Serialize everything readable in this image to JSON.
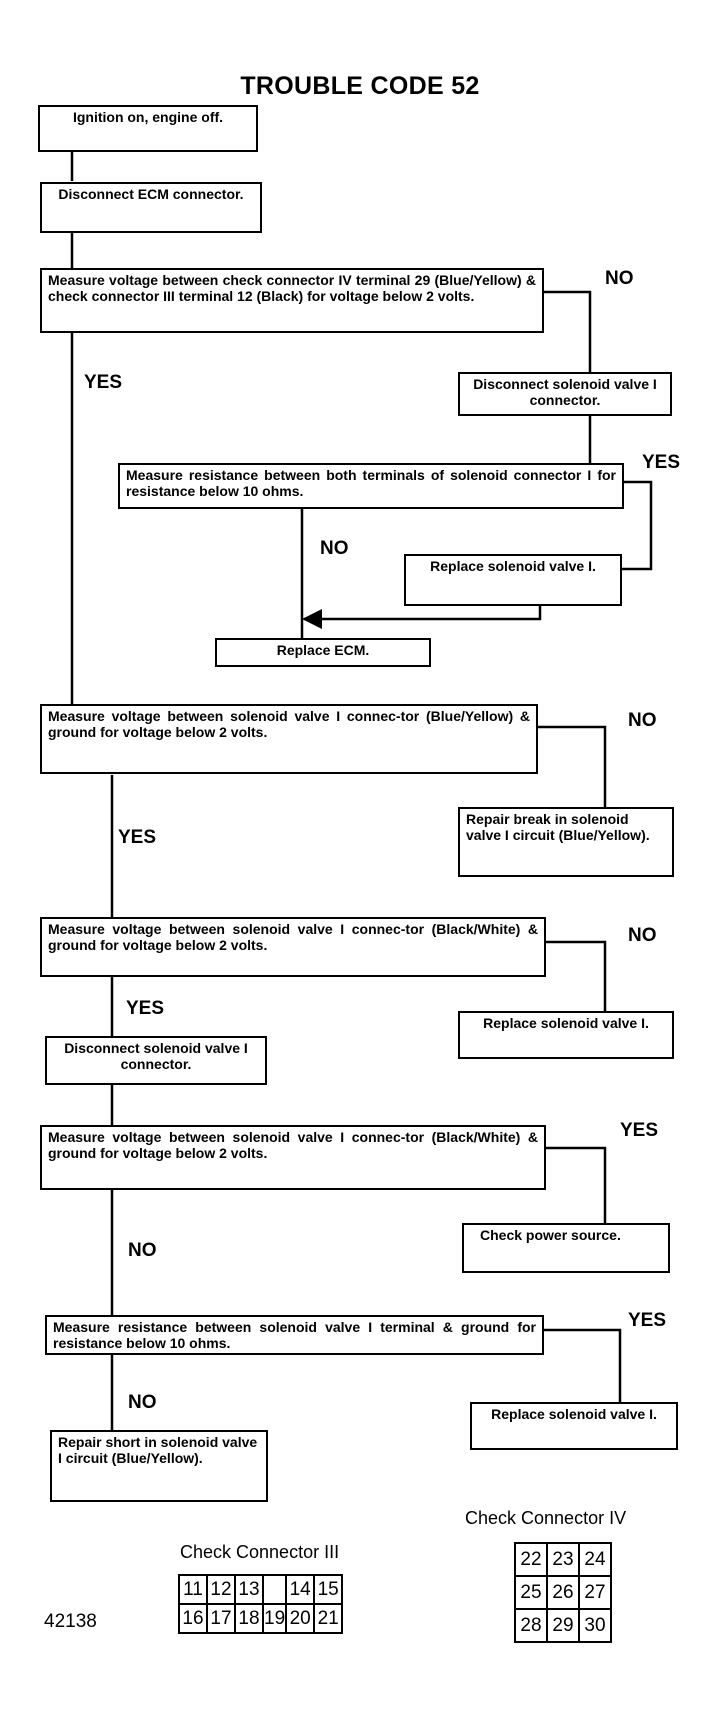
{
  "title": "TROUBLE CODE 52",
  "steps": {
    "s1": "Ignition on, engine off.",
    "s2": "Disconnect ECM connector.",
    "s3": "Measure voltage between check connector IV terminal 29 (Blue/Yellow) & check connector III terminal 12 (Black) for voltage below 2 volts.",
    "s4": "Disconnect solenoid valve I connector.",
    "s5": "Measure resistance between both terminals of solenoid connector I for resistance below 10 ohms.",
    "s6": "Replace solenoid valve I.",
    "s7": "Replace ECM.",
    "s8": "Measure voltage between solenoid valve I connec-tor (Blue/Yellow) & ground for voltage below 2 volts.",
    "s9": "Repair break in solenoid valve I circuit (Blue/Yellow).",
    "s10": "Measure voltage between solenoid valve I connec-tor (Black/White) & ground for voltage below 2 volts.",
    "s11": "Replace solenoid valve I.",
    "s12": "Disconnect solenoid valve I connector.",
    "s13": "Measure voltage between solenoid valve I connec-tor (Black/White) & ground for voltage below 2 volts.",
    "s14": "Check power source.",
    "s15": "Measure resistance between solenoid valve I terminal & ground for resistance below 10 ohms.",
    "s16": "Replace solenoid valve I.",
    "s17": "Repair short in solenoid valve I circuit (Blue/Yellow)."
  },
  "labels": {
    "no1": "NO",
    "yes1": "YES",
    "yes2": "YES",
    "no2": "NO",
    "no3": "NO",
    "yes3": "YES",
    "no4": "NO",
    "yes4": "YES",
    "yes5": "YES",
    "no5": "NO",
    "yes6": "YES",
    "no6": "NO"
  },
  "connectors": {
    "c3": {
      "caption": "Check Connector III",
      "row1": [
        "11",
        "12",
        "13",
        "",
        "14",
        "15"
      ],
      "row2": [
        "16",
        "17",
        "18",
        "19",
        "20",
        "21"
      ]
    },
    "c4": {
      "caption": "Check Connector IV",
      "rows": [
        [
          "22",
          "23",
          "24"
        ],
        [
          "25",
          "26",
          "27"
        ],
        [
          "28",
          "29",
          "30"
        ]
      ]
    }
  },
  "figure_id": "42138"
}
